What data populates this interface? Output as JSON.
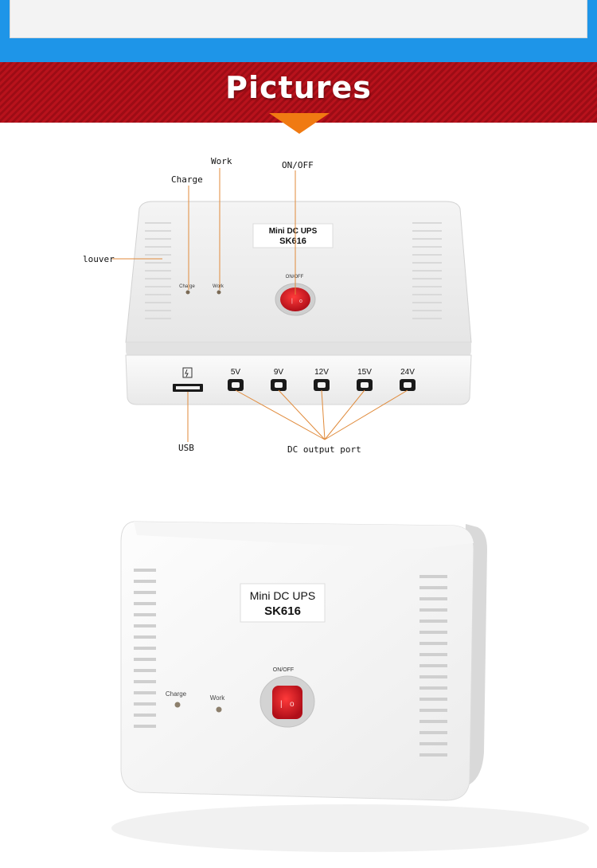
{
  "header": {
    "title": "Pictures"
  },
  "figure1": {
    "callouts": {
      "charge": "Charge",
      "work": "Work",
      "onoff": "ON/OFF",
      "louver": "louver",
      "usb": "USB",
      "dc_output": "DC output port"
    },
    "device": {
      "label_line1": "Mini DC UPS",
      "label_line2": "SK616",
      "led_charge": "Charge",
      "led_work": "Work",
      "switch_label": "ON/OFF",
      "ports": [
        "5V",
        "9V",
        "12V",
        "15V",
        "24V"
      ]
    }
  },
  "figure2": {
    "device": {
      "label_line1": "Mini DC UPS",
      "label_line2": "SK616",
      "led_charge": "Charge",
      "led_work": "Work",
      "switch_label": "ON/OFF"
    }
  },
  "colors": {
    "top_band": "#1e95e8",
    "banner_red": "#b8121c",
    "arrow_orange": "#f07a12",
    "callout_line": "#e08a3a",
    "switch_red": "#d4121f"
  }
}
